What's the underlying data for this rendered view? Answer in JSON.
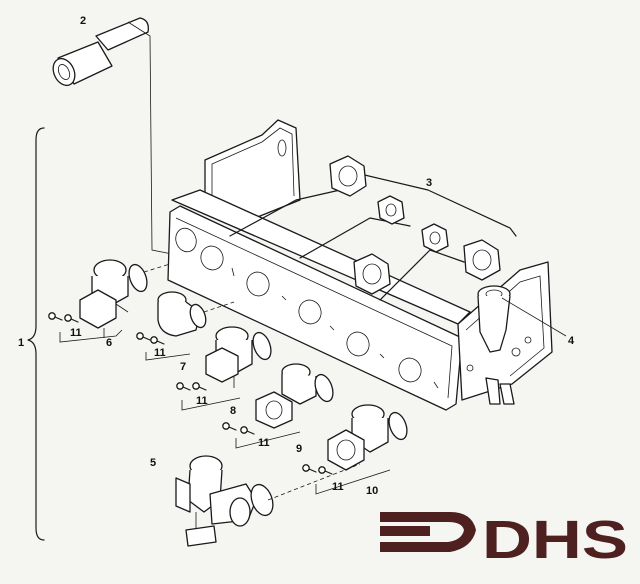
{
  "callouts": {
    "c1": "1",
    "c2": "2",
    "c3": "3",
    "c4": "4",
    "c5": "5",
    "c6": "6",
    "c7": "7",
    "c8": "8",
    "c9": "9",
    "c10": "10",
    "c11a": "11",
    "c11b": "11",
    "c11c": "11",
    "c11d": "11",
    "c11e": "11"
  },
  "logo": {
    "text": "DHS",
    "color": "#4e2020"
  }
}
